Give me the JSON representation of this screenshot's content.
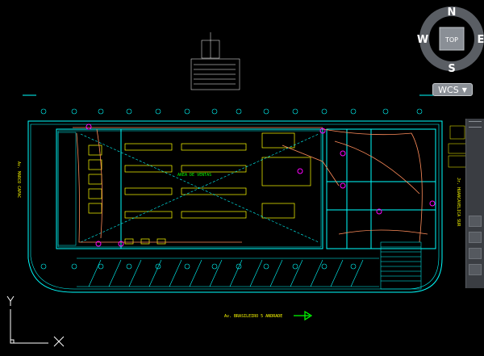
{
  "navcube": {
    "north": "N",
    "south": "S",
    "east": "E",
    "west": "W",
    "face": "TOP"
  },
  "wcs_button": {
    "label": "WCS",
    "caret": "▼"
  },
  "drawing": {
    "street_bottom": "Av. BRASILEIRO 5 ANDRADE",
    "street_left": "Av. MARCO CAPAC",
    "street_right": "Jr. HUANCAVELICA SUR",
    "area_label": "AREA DE VENTAS"
  },
  "ucs_icon": {
    "x_label": "X",
    "y_label": "Y"
  },
  "colors": {
    "background": "#000000",
    "walls": "#00ffff",
    "wiring": "#ff8c5a",
    "circuits": "#ff00ff",
    "text": "#ffff00",
    "arrow": "#00ff00"
  },
  "icons": [
    "navcube",
    "wcs-dropdown",
    "ucs-icon",
    "side-toolbar",
    "north-arrow"
  ]
}
